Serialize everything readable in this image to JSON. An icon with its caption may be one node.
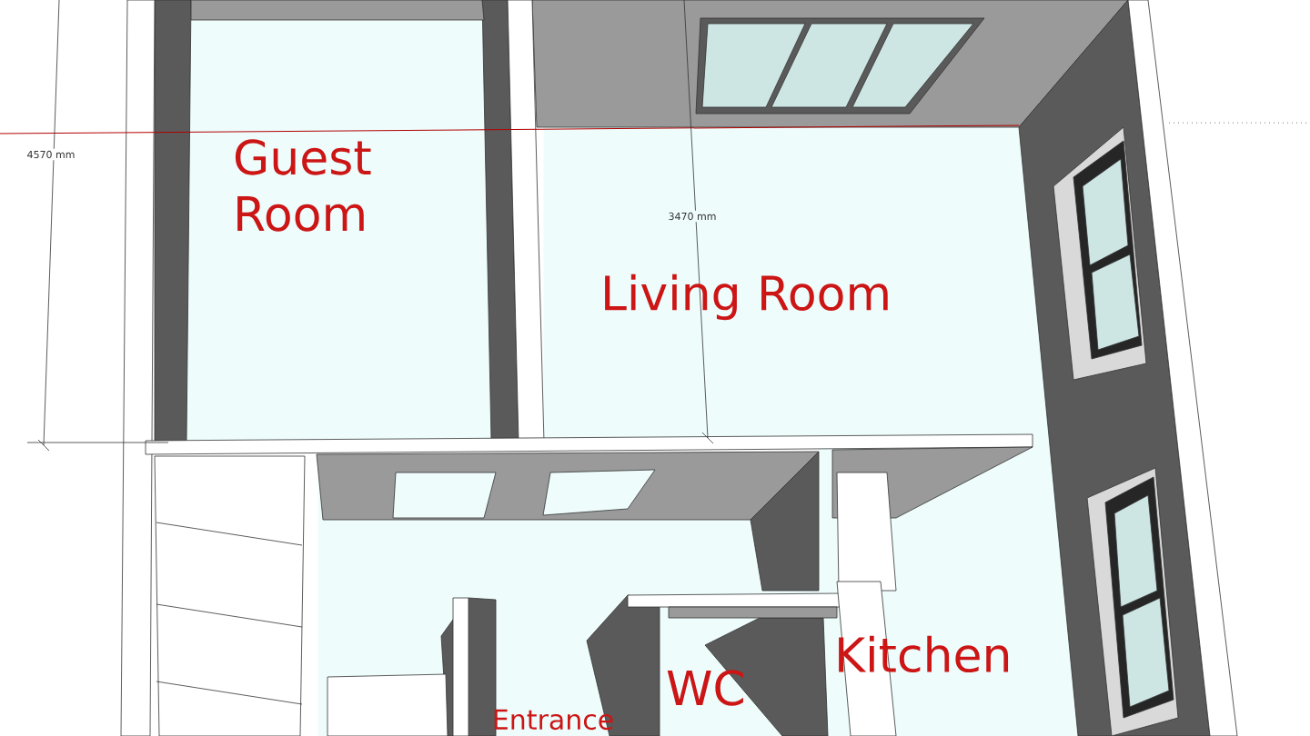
{
  "diagram": {
    "labels": [
      "4570 mm",
      "Guest Room",
      "3470 mm",
      "Living Room",
      "Kitchen",
      "WC",
      "Entrance"
    ]
  }
}
